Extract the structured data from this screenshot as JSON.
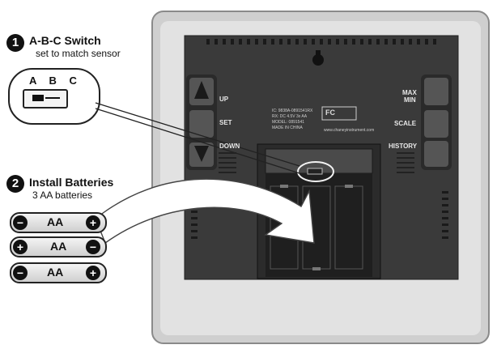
{
  "step1": {
    "number": "1",
    "title": "A-B-C Switch",
    "subtitle": "set to match sensor",
    "switch_letters": "A B C"
  },
  "step2": {
    "number": "2",
    "title": "Install Batteries",
    "subtitle": "3 AA batteries"
  },
  "batteries": [
    {
      "label": "AA",
      "left_terminal": "−",
      "right_terminal": "+"
    },
    {
      "label": "AA",
      "left_terminal": "+",
      "right_terminal": "−"
    },
    {
      "label": "AA",
      "left_terminal": "−",
      "right_terminal": "+"
    }
  ],
  "device": {
    "buttons_left": {
      "up": "UP",
      "set": "SET",
      "down": "DOWN"
    },
    "buttons_right": {
      "maxmin_1": "MAX",
      "maxmin_2": "MIN",
      "scale": "SCALE",
      "history": "HISTORY"
    },
    "fine_print": [
      "IC: 9838A-0891541RX",
      "RX: DC 4.5V 3x AA",
      "MODEL: 0891541",
      "MADE IN CHINA"
    ],
    "fcc_mark": "FC",
    "url": "www.chaneyinstrument.com"
  },
  "colors": {
    "device_body": "#3a3a3a",
    "device_frame": "#cfcfcf",
    "accent": "#111111"
  }
}
